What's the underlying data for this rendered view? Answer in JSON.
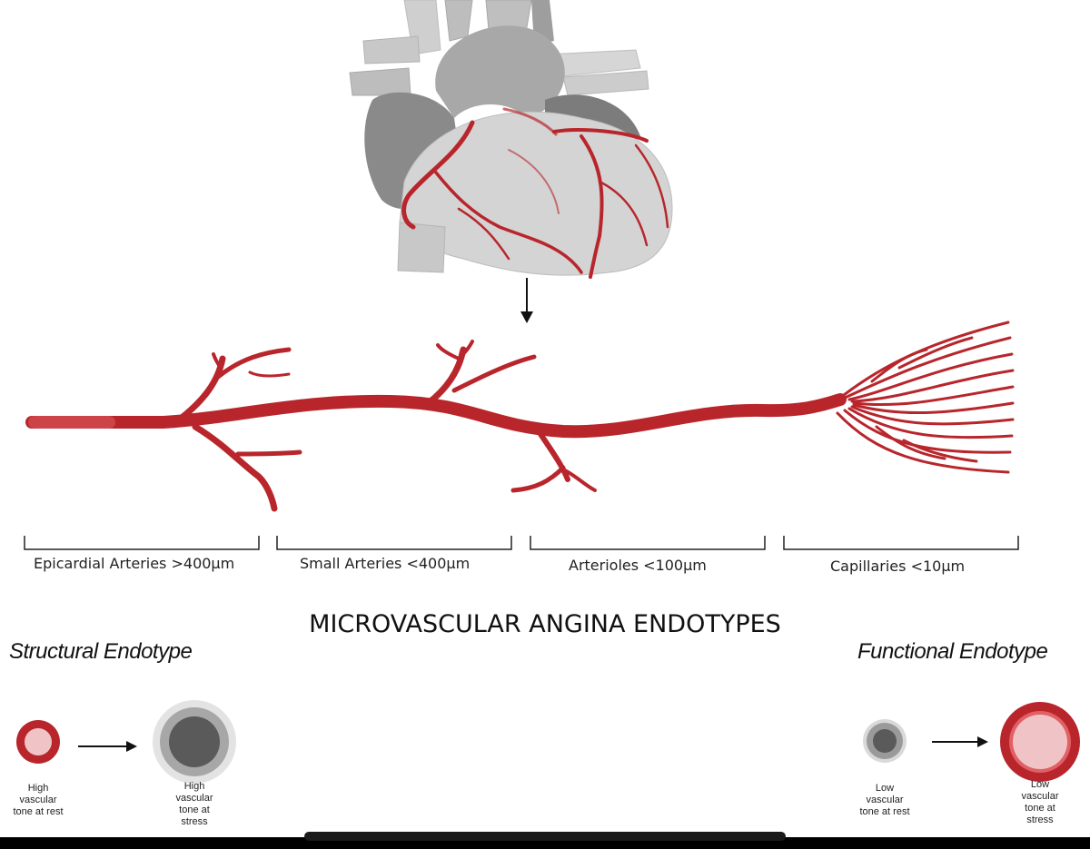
{
  "title": "MICROVASCULAR ANGINA ENDOTYPES",
  "segments": [
    {
      "label": "Epicardial Arteries >400μm"
    },
    {
      "label": "Small Arteries <400μm"
    },
    {
      "label": "Arterioles <100μm"
    },
    {
      "label": "Capillaries <10μm"
    }
  ],
  "structural": {
    "title": "Structural Endotype",
    "rest_caption": "High\nvascular\ntone at rest",
    "stress_caption": "High\nvascular\ntone at\nstress"
  },
  "functional": {
    "title": "Functional Endotype",
    "rest_caption": "Low\nvascular\ntone at rest",
    "stress_caption": "Low\nvascular\ntone at\nstress"
  },
  "colors": {
    "vessel": "#b8262c",
    "vessel_dark": "#8e1a20",
    "heart_light": "#d2d2d2",
    "heart_dark": "#8f8f8f",
    "lumen_pink": "#f0c4c6"
  }
}
